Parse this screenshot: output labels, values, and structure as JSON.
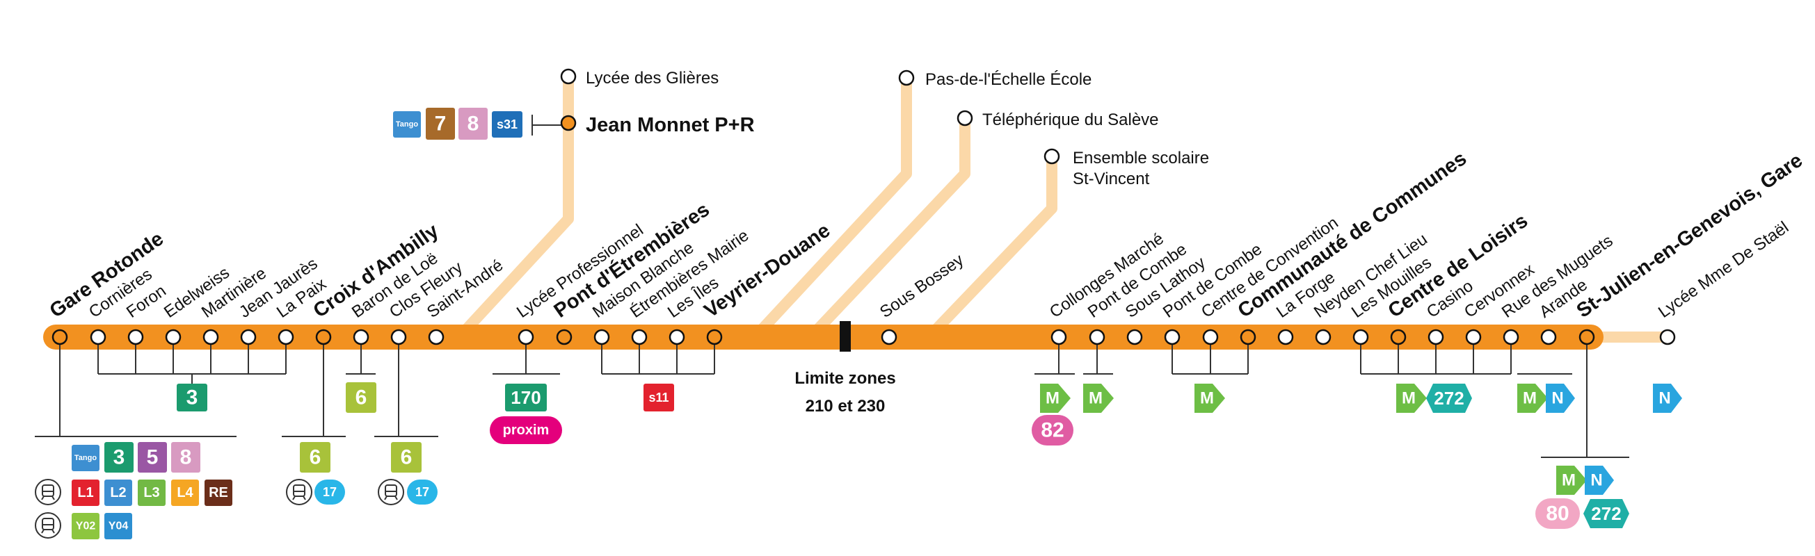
{
  "colors": {
    "main_line": "#F29120",
    "branch_line": "#FBD8A8",
    "stop_fill": "#ffffff",
    "major_stop_fill": "#F29120",
    "connector": "#333333",
    "tango": "#3D8FD1",
    "line3": "#1B9B6E",
    "line5": "#9A57A4",
    "line6": "#A8C23A",
    "line7": "#A76A2A",
    "line8": "#D89AC1",
    "s31": "#1F6FB8",
    "l1": "#E3222E",
    "l2": "#3D8FD1",
    "l3": "#72B944",
    "l4": "#F5A623",
    "re": "#6B2E1A",
    "y02": "#8DC63F",
    "y04": "#2C8FD1",
    "bus17": "#29B6E8",
    "s11": "#E3222E",
    "n": "#29A5DF",
    "m": "#6DBE45",
    "bus82": "#E05CA3",
    "bus80": "#F2A7C4",
    "bus170": "#1B9B6E",
    "bus272": "#1FAFA6",
    "proxim": "#E4007C"
  },
  "main_stops": [
    {
      "name": "Gare Rotonde",
      "bold": true,
      "major": true
    },
    {
      "name": "Cornières",
      "bold": false,
      "major": false
    },
    {
      "name": "Foron",
      "bold": false,
      "major": false
    },
    {
      "name": "Edelweiss",
      "bold": false,
      "major": false
    },
    {
      "name": "Martinière",
      "bold": false,
      "major": false
    },
    {
      "name": "Jean Jaurès",
      "bold": false,
      "major": false
    },
    {
      "name": "La Paix",
      "bold": false,
      "major": false
    },
    {
      "name": "Croix d'Ambilly",
      "bold": true,
      "major": true
    },
    {
      "name": "Baron de Loë",
      "bold": false,
      "major": false
    },
    {
      "name": "Clos Fleury",
      "bold": false,
      "major": false
    },
    {
      "name": "Saint-André",
      "bold": false,
      "major": false
    },
    {
      "name": "Lycée Professionnel",
      "bold": false,
      "major": false
    },
    {
      "name": "Pont d'Étrembières",
      "bold": true,
      "major": true
    },
    {
      "name": "Maison Blanche",
      "bold": false,
      "major": false
    },
    {
      "name": "Étrembières Mairie",
      "bold": false,
      "major": false
    },
    {
      "name": "Les Îles",
      "bold": false,
      "major": false
    },
    {
      "name": "Veyrier-Douane",
      "bold": true,
      "major": true
    },
    {
      "name": "Sous Bossey",
      "bold": false,
      "major": false
    },
    {
      "name": "Collonges Marché",
      "bold": false,
      "major": false
    },
    {
      "name": "Pont de Combe",
      "bold": false,
      "major": false
    },
    {
      "name": "Sous Lathoy",
      "bold": false,
      "major": false
    },
    {
      "name": "Pont de Combe",
      "bold": false,
      "major": false
    },
    {
      "name": "Centre de Convention",
      "bold": false,
      "major": false
    },
    {
      "name": "Communauté de Communes",
      "bold": true,
      "major": true
    },
    {
      "name": "La Forge",
      "bold": false,
      "major": false
    },
    {
      "name": "Neyden Chef Lieu",
      "bold": false,
      "major": false
    },
    {
      "name": "Les Mouilles",
      "bold": false,
      "major": false
    },
    {
      "name": "Centre de Loisirs",
      "bold": true,
      "major": true
    },
    {
      "name": "Casino",
      "bold": false,
      "major": false
    },
    {
      "name": "Cervonnex",
      "bold": false,
      "major": false
    },
    {
      "name": "Rue des Muguets",
      "bold": false,
      "major": false
    },
    {
      "name": "Arande",
      "bold": false,
      "major": false
    },
    {
      "name": "St-Julien-en-Genevois, Gare",
      "bold": true,
      "major": true
    },
    {
      "name": "Lycée Mme De Staël",
      "bold": false,
      "major": false
    }
  ],
  "branch_stops": [
    {
      "name": "Lycée des Glières",
      "bold": false,
      "major": false
    },
    {
      "name": "Jean Monnet P+R",
      "bold": true,
      "major": true
    },
    {
      "name": "Pas-de-l'Échelle École",
      "bold": false,
      "major": false
    },
    {
      "name": "Téléphérique du Salève",
      "bold": false,
      "major": false
    },
    {
      "name": "Ensemble scolaire",
      "bold": false,
      "major": false
    },
    {
      "name": "St-Vincent",
      "bold": false,
      "major": false
    }
  ],
  "zone_limit": {
    "line1": "Limite zones",
    "line2": "210 et 230"
  },
  "badges": {
    "tango": "Tango",
    "l3": "3",
    "l5": "5",
    "l6": "6",
    "l7": "7",
    "l8": "8",
    "s31": "s31",
    "l1": "L1",
    "l2": "L2",
    "lL3": "L3",
    "l4": "L4",
    "re": "RE",
    "y02": "Y02",
    "y04": "Y04",
    "b17": "17",
    "b170": "170",
    "proxim": "proxim",
    "s11": "s11",
    "m": "M",
    "n": "N",
    "b82": "82",
    "b80": "80",
    "b272": "272"
  }
}
